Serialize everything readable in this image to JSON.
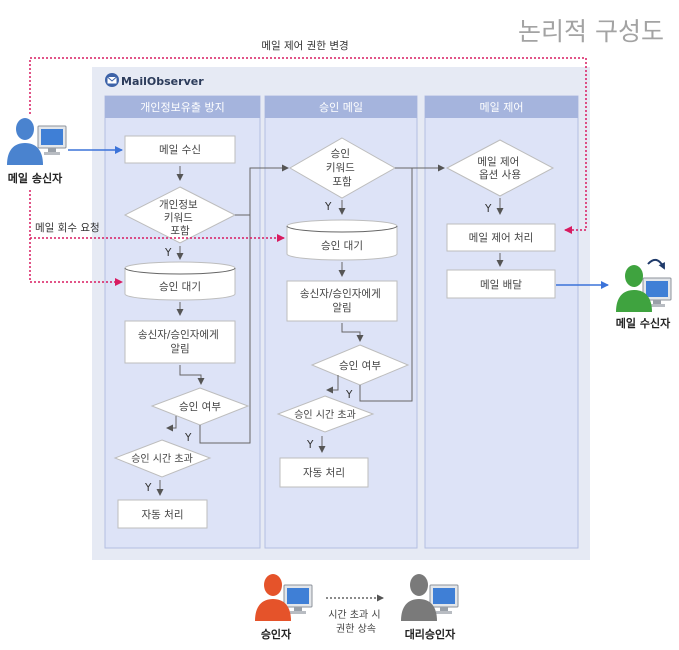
{
  "title": "논리적 구성도",
  "logo": "MailObserver",
  "columns": {
    "privacy": "개인정보유출 방지",
    "approval": "승인 메일",
    "control": "메일 제어"
  },
  "actors": {
    "sender": "메일 송신자",
    "receiver": "메일 수신자",
    "approver": "승인자",
    "delegate": "대리승인자"
  },
  "signals": {
    "control_change": "메일 제어 권한 변경",
    "recall_request": "메일 회수 요청",
    "inherit": [
      "시간 초과 시",
      "권한 상속"
    ]
  },
  "privacy_flow": {
    "receive": "메일 수신",
    "keyword": [
      "개인정보",
      "키워드",
      "포함"
    ],
    "keyword_yes": "Y",
    "wait": "승인 대기",
    "notify": [
      "송신자/승인자에게",
      "알림"
    ],
    "approved": "승인 여부",
    "approved_yes": "Y",
    "timeout": "승인 시간 초과",
    "timeout_yes": "Y",
    "auto": "자동 처리"
  },
  "approval_flow": {
    "keyword": [
      "승인",
      "키워드",
      "포함"
    ],
    "keyword_yes": "Y",
    "wait": "승인 대기",
    "notify": [
      "송신자/승인자에게",
      "알림"
    ],
    "approved": "승인 여부",
    "approved_yes": "Y",
    "timeout": "승인 시간 초과",
    "timeout_yes": "Y",
    "auto": "자동 처리"
  },
  "control_flow": {
    "option": [
      "메일 제어",
      "옵션 사용"
    ],
    "option_yes": "Y",
    "process": "메일 제어 처리",
    "deliver": "메일 배달"
  },
  "icons": {
    "logo": "envelope-logo-icon",
    "sender": "user-computer-icon",
    "receiver": "user-computer-refresh-icon",
    "approver": "user-computer-icon",
    "delegate": "user-computer-icon"
  },
  "colors": {
    "title": "#a3a3a3",
    "panel": "#e6eaf4",
    "column_header": "#a5b4dd",
    "column_body": "#dde3f7",
    "mail_flow": "#3b73d9",
    "control_signal": "#d81b60",
    "sender": "#4a83cf",
    "receiver": "#3fa33f",
    "approver": "#e5532a",
    "delegate": "#7a7a7a",
    "screen": "#3f7fd6"
  }
}
